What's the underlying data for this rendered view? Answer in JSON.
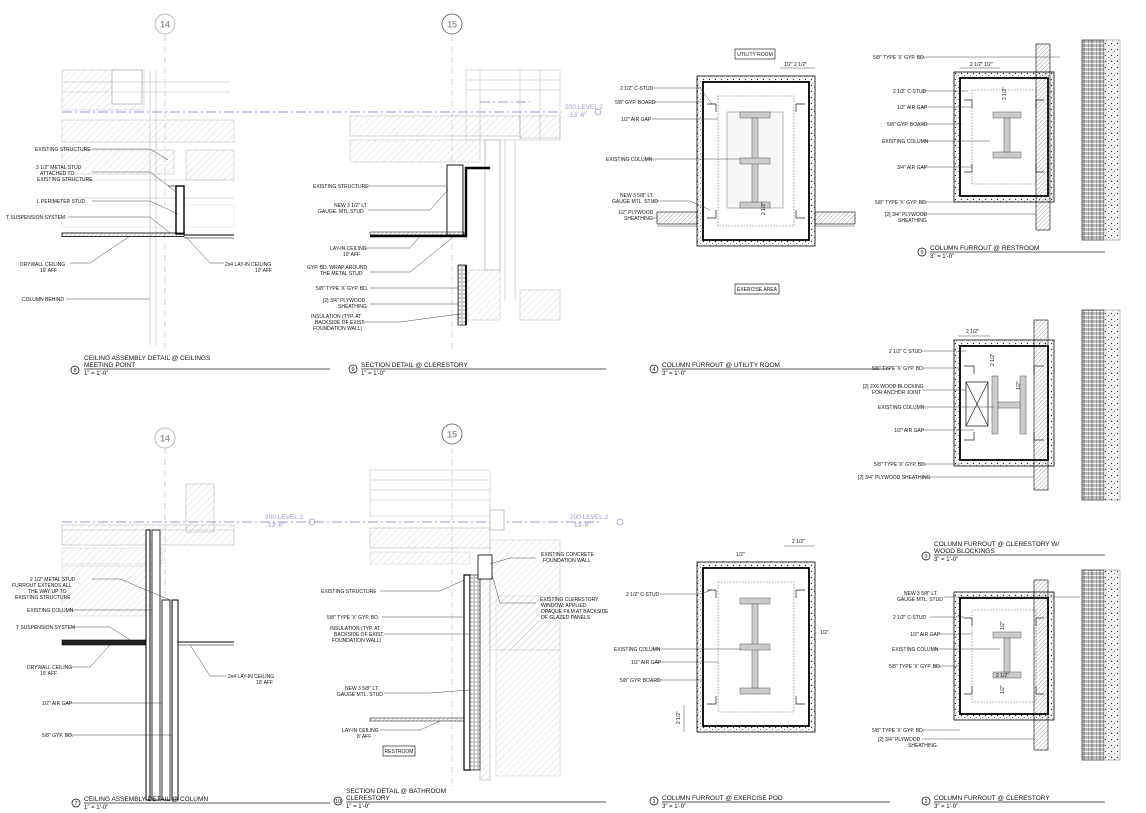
{
  "grid_markers": {
    "g14": "14",
    "g15": "15"
  },
  "level": {
    "name": "200 LEVEL 2",
    "elev": "13'-6\""
  },
  "details": {
    "d8": {
      "number": "8",
      "title_lines": [
        "CEILING ASSEMBLY DETAIL @ CEILINGS",
        "MEETING POINT"
      ],
      "scale": "1\" = 1'-0\"",
      "labels": [
        "EXISTING STRUCTURE",
        "3 1/2\" METAL STUD",
        "ATTACHED TO",
        "EXISTING STRUCTURE",
        "L PERIMETER STUD",
        "T SUSPENSION SYSTEM",
        "DRYWALL CEILING",
        "10' AFF",
        "2x4 LAY-IN CEILING",
        "10' AFF",
        "COLUMN BEHIND"
      ]
    },
    "d9": {
      "number": "9",
      "title_lines": [
        "SECTION DETAIL @ CLERESTORY"
      ],
      "scale": "1\" = 1'-0\"",
      "labels": [
        "EXISTING STRUCTURE",
        "NEW 3 1/2\" LT.",
        "GAUGE. MTL STUD",
        "LAY-IN CEILING",
        "10' AFF",
        "GYP. BD. WRAP AROUND",
        "THE METAL STUD",
        "5/8\" TYPE 'X' GYP. BD.",
        "[2] 3/4\" PLYWOOD",
        "SHEATHING",
        "INSULATION (TYP. AT",
        "BACKSIDE OF EXIST.",
        "FOUNDATION WALL)"
      ]
    },
    "d4": {
      "number": "4",
      "title_lines": [
        "COLUMN FURROUT @ UTILITY ROOM"
      ],
      "scale": "3\" = 1'-0\"",
      "room_top": "UTILITY ROOM",
      "room_bottom": "EXERCISE AREA",
      "dims": [
        "1/2\"",
        "2 1/2\"",
        "2 1/2\""
      ],
      "labels": [
        "2 1/2\" C-STUD",
        "5/8\" GYP. BOARD",
        "1/2\" AIR GAP",
        "EXISTING COLUMN",
        "NEW 3 5/8\" LT.",
        "GAUGE MTL. STUD",
        "1/2\" PLYWOOD",
        "SHEATHING"
      ]
    },
    "d5": {
      "number": "5",
      "title_lines": [
        "COLUMN FURROUT @ RESTROOM"
      ],
      "scale": "3\" = 1'-0\"",
      "dims": [
        "2 1/2\"",
        "1/2\"",
        "2 1/2\""
      ],
      "labels": [
        "5/8\" TYPE 'X' GYP. BD.",
        "2 1/2\" C-STUD",
        "1/2\" AIR GAP",
        "5/8\" GYP. BOARD",
        "EXISTING COLUMN",
        "3/4\" AIR GAP",
        "5/8\" TYPE 'X' GYP. BD.",
        "[2] 3/4\" PLYWOOD",
        "SHEATHING"
      ]
    },
    "d3": {
      "number": "3",
      "title_lines": [
        "COLUMN FURROUT @ CLERESTORY W/",
        "WOOD BLOCKINGS"
      ],
      "scale": "3\" = 1'-0\"",
      "dims": [
        "2 1/2\"",
        "2 1/2\"",
        "1/2\""
      ],
      "labels": [
        "2 1/2\" C STUD",
        "5/8\" TYPE 'X' GYP. BD.",
        "[2] 2X6 WOOD BLOCKING",
        "FOR ANCHOR JOINT",
        "EXISTING COLUMN",
        "1/2\" AIR GAP",
        "5/8\" TYPE 'X' GYP. BD.",
        "[2] 3/4\" PLYWOOD SHEATHING"
      ]
    },
    "d7": {
      "number": "7",
      "title_lines": [
        "CEILING ASSEMBLY DETAIL @ COLUMN"
      ],
      "scale": "1\" = 1'-0\"",
      "labels": [
        "2 1/2\" METAL STUD",
        "FURROUT EXTENDS ALL",
        "THE WAY UP TO",
        "EXISTING STRUCTURE",
        "EXISTING COLUMN",
        "T SUSPENSION SYSTEM",
        "DRYWALL CEILING",
        "10' AFF",
        "2x4 LAY-IN CEILING",
        "10' AFF",
        "1/2\" AIR GAP",
        "5/8\" GYP. BD."
      ]
    },
    "d10": {
      "number": "10",
      "title_lines": [
        "SECTION DETAIL @ BATHROOM",
        "CLERESTORY"
      ],
      "scale": "1\" = 1'-0\"",
      "room": "RESTROOM",
      "labels": [
        "EXISTING CONCRETE",
        "FOUNDATION WALL",
        "EXISTING STRUCTURE",
        "EXISTING CLERESTORY",
        "WINDOW; APPLIED",
        "OPAQUE FILM AT BACKSIDE",
        "OF GLAZED PANELS",
        "5/8\" TYPE 'X' GYP. BD.",
        "INSULATION (TYP. AT",
        "BACKSIDE OF EXIST.",
        "FOUNDATION WALL)",
        "NEW 3 5/8\" LT.",
        "GAUGE MTL. STUD",
        "LAY-IN CEILING",
        "8' AFF"
      ]
    },
    "d1": {
      "number": "1",
      "title_lines": [
        "COLUMN FURROUT @ EXERCISE POD"
      ],
      "scale": "3\" = 1'-0\"",
      "dims": [
        "2 1/2\"",
        "1/2\"",
        "1/2\"",
        "2 1/2\""
      ],
      "labels": [
        "2 1/2\" C-STUD",
        "EXISTING COLUMN",
        "1/2\" AIR GAP",
        "5/8\" GYP. BOARD"
      ]
    },
    "d2": {
      "number": "2",
      "title_lines": [
        "COLUMN FURROUT @ CLERESTORY"
      ],
      "scale": "3\" = 1'-0\"",
      "dims": [
        "1/2\"",
        "2 1/2\"",
        "1/2\""
      ],
      "labels": [
        "NEW 3 5/8\" LT.",
        "GAUGE MTL. STUD",
        "2 1/2\" C-STUD",
        "1/2\" AIR GAP",
        "EXISTING COLUMN",
        "5/8\" TYPE 'X' GYP. BD.",
        "5/8\" TYPE 'X' GYP. BD.",
        "[2] 3/4\" PLYWOOD",
        "SHEATHING"
      ]
    }
  }
}
